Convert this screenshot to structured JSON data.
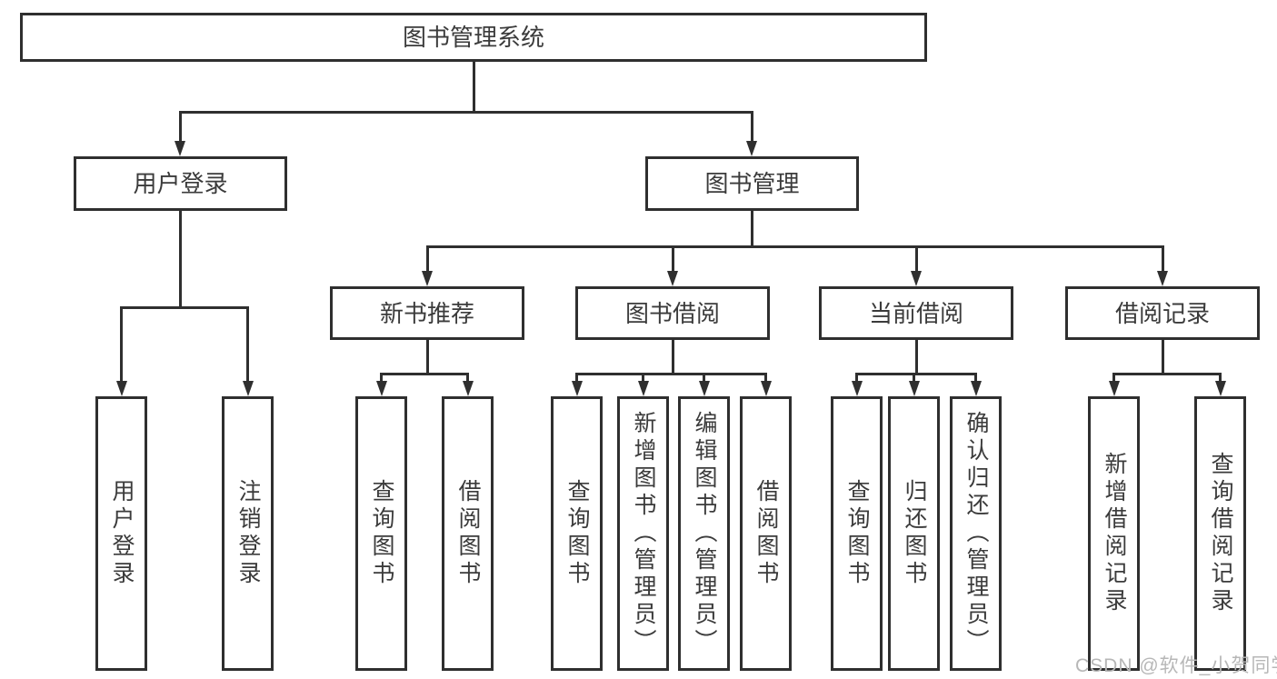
{
  "diagram": {
    "title": "图书管理系统",
    "branches": {
      "user_login": {
        "label": "用户登录",
        "children": {
          "login": "用户登录",
          "logout": "注销登录"
        }
      },
      "book_management": {
        "label": "图书管理",
        "children": {
          "new_book_recommend": {
            "label": "新书推荐",
            "children": {
              "query_books": "查询图书",
              "borrow_books": "借阅图书"
            }
          },
          "book_borrowing": {
            "label": "图书借阅",
            "children": {
              "query_books": "查询图书",
              "add_books": "新增图书（管理员）",
              "edit_books": "编辑图书（管理员）",
              "borrow_books": "借阅图书"
            }
          },
          "current_borrowing": {
            "label": "当前借阅",
            "children": {
              "query_books": "查询图书",
              "return_books": "归还图书",
              "confirm_return": "确认归还（管理员）"
            }
          },
          "borrow_records": {
            "label": "借阅记录",
            "children": {
              "add_record": "新增借阅记录",
              "query_record": "查询借阅记录"
            }
          }
        }
      }
    }
  },
  "watermark": {
    "text": "CSDN @软件_小贺同学"
  },
  "colors": {
    "line": "#2f2f2f",
    "text": "#3b3b3b",
    "background": "#ffffff",
    "watermark": "#b7b7b7"
  }
}
